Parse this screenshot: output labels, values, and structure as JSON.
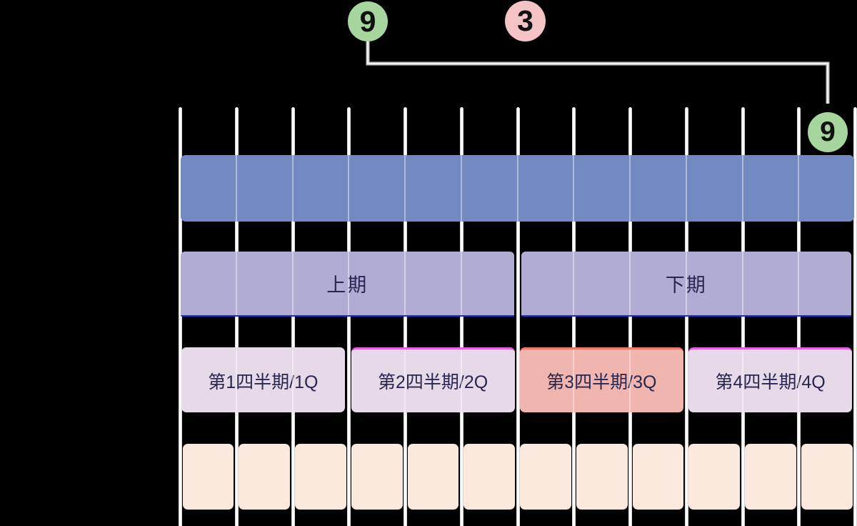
{
  "annotations": {
    "start_badge": "9",
    "mid_badge": "3",
    "end_badge": "9"
  },
  "timeline": {
    "months_count": 12,
    "grid_lines_count": 13,
    "halves": [
      {
        "label": "上期"
      },
      {
        "label": "下期"
      }
    ],
    "quarters": [
      {
        "label": "第1四半期/1Q",
        "highlighted": false
      },
      {
        "label": "第2四半期/2Q",
        "highlighted": false
      },
      {
        "label": "第3四半期/3Q",
        "highlighted": true
      },
      {
        "label": "第4四半期/4Q",
        "highlighted": false
      }
    ]
  },
  "colors": {
    "green_badge": "#a6d69e",
    "pink_badge": "#f3c3c6",
    "months_bar_blue": "#7289c1",
    "half_purple": "#b1acd4",
    "quarter_lavender": "#e6dae9",
    "quarter_salmon": "#efb5ae",
    "month_cell_peach": "#fbe9de",
    "half_bottom_blue": "#2a2ad0",
    "quarter_top_magenta": "#e75fe0",
    "quarter_top_red": "#f2776b",
    "text_ink": "#27274f",
    "connector_gray": "#c4c4c4"
  }
}
